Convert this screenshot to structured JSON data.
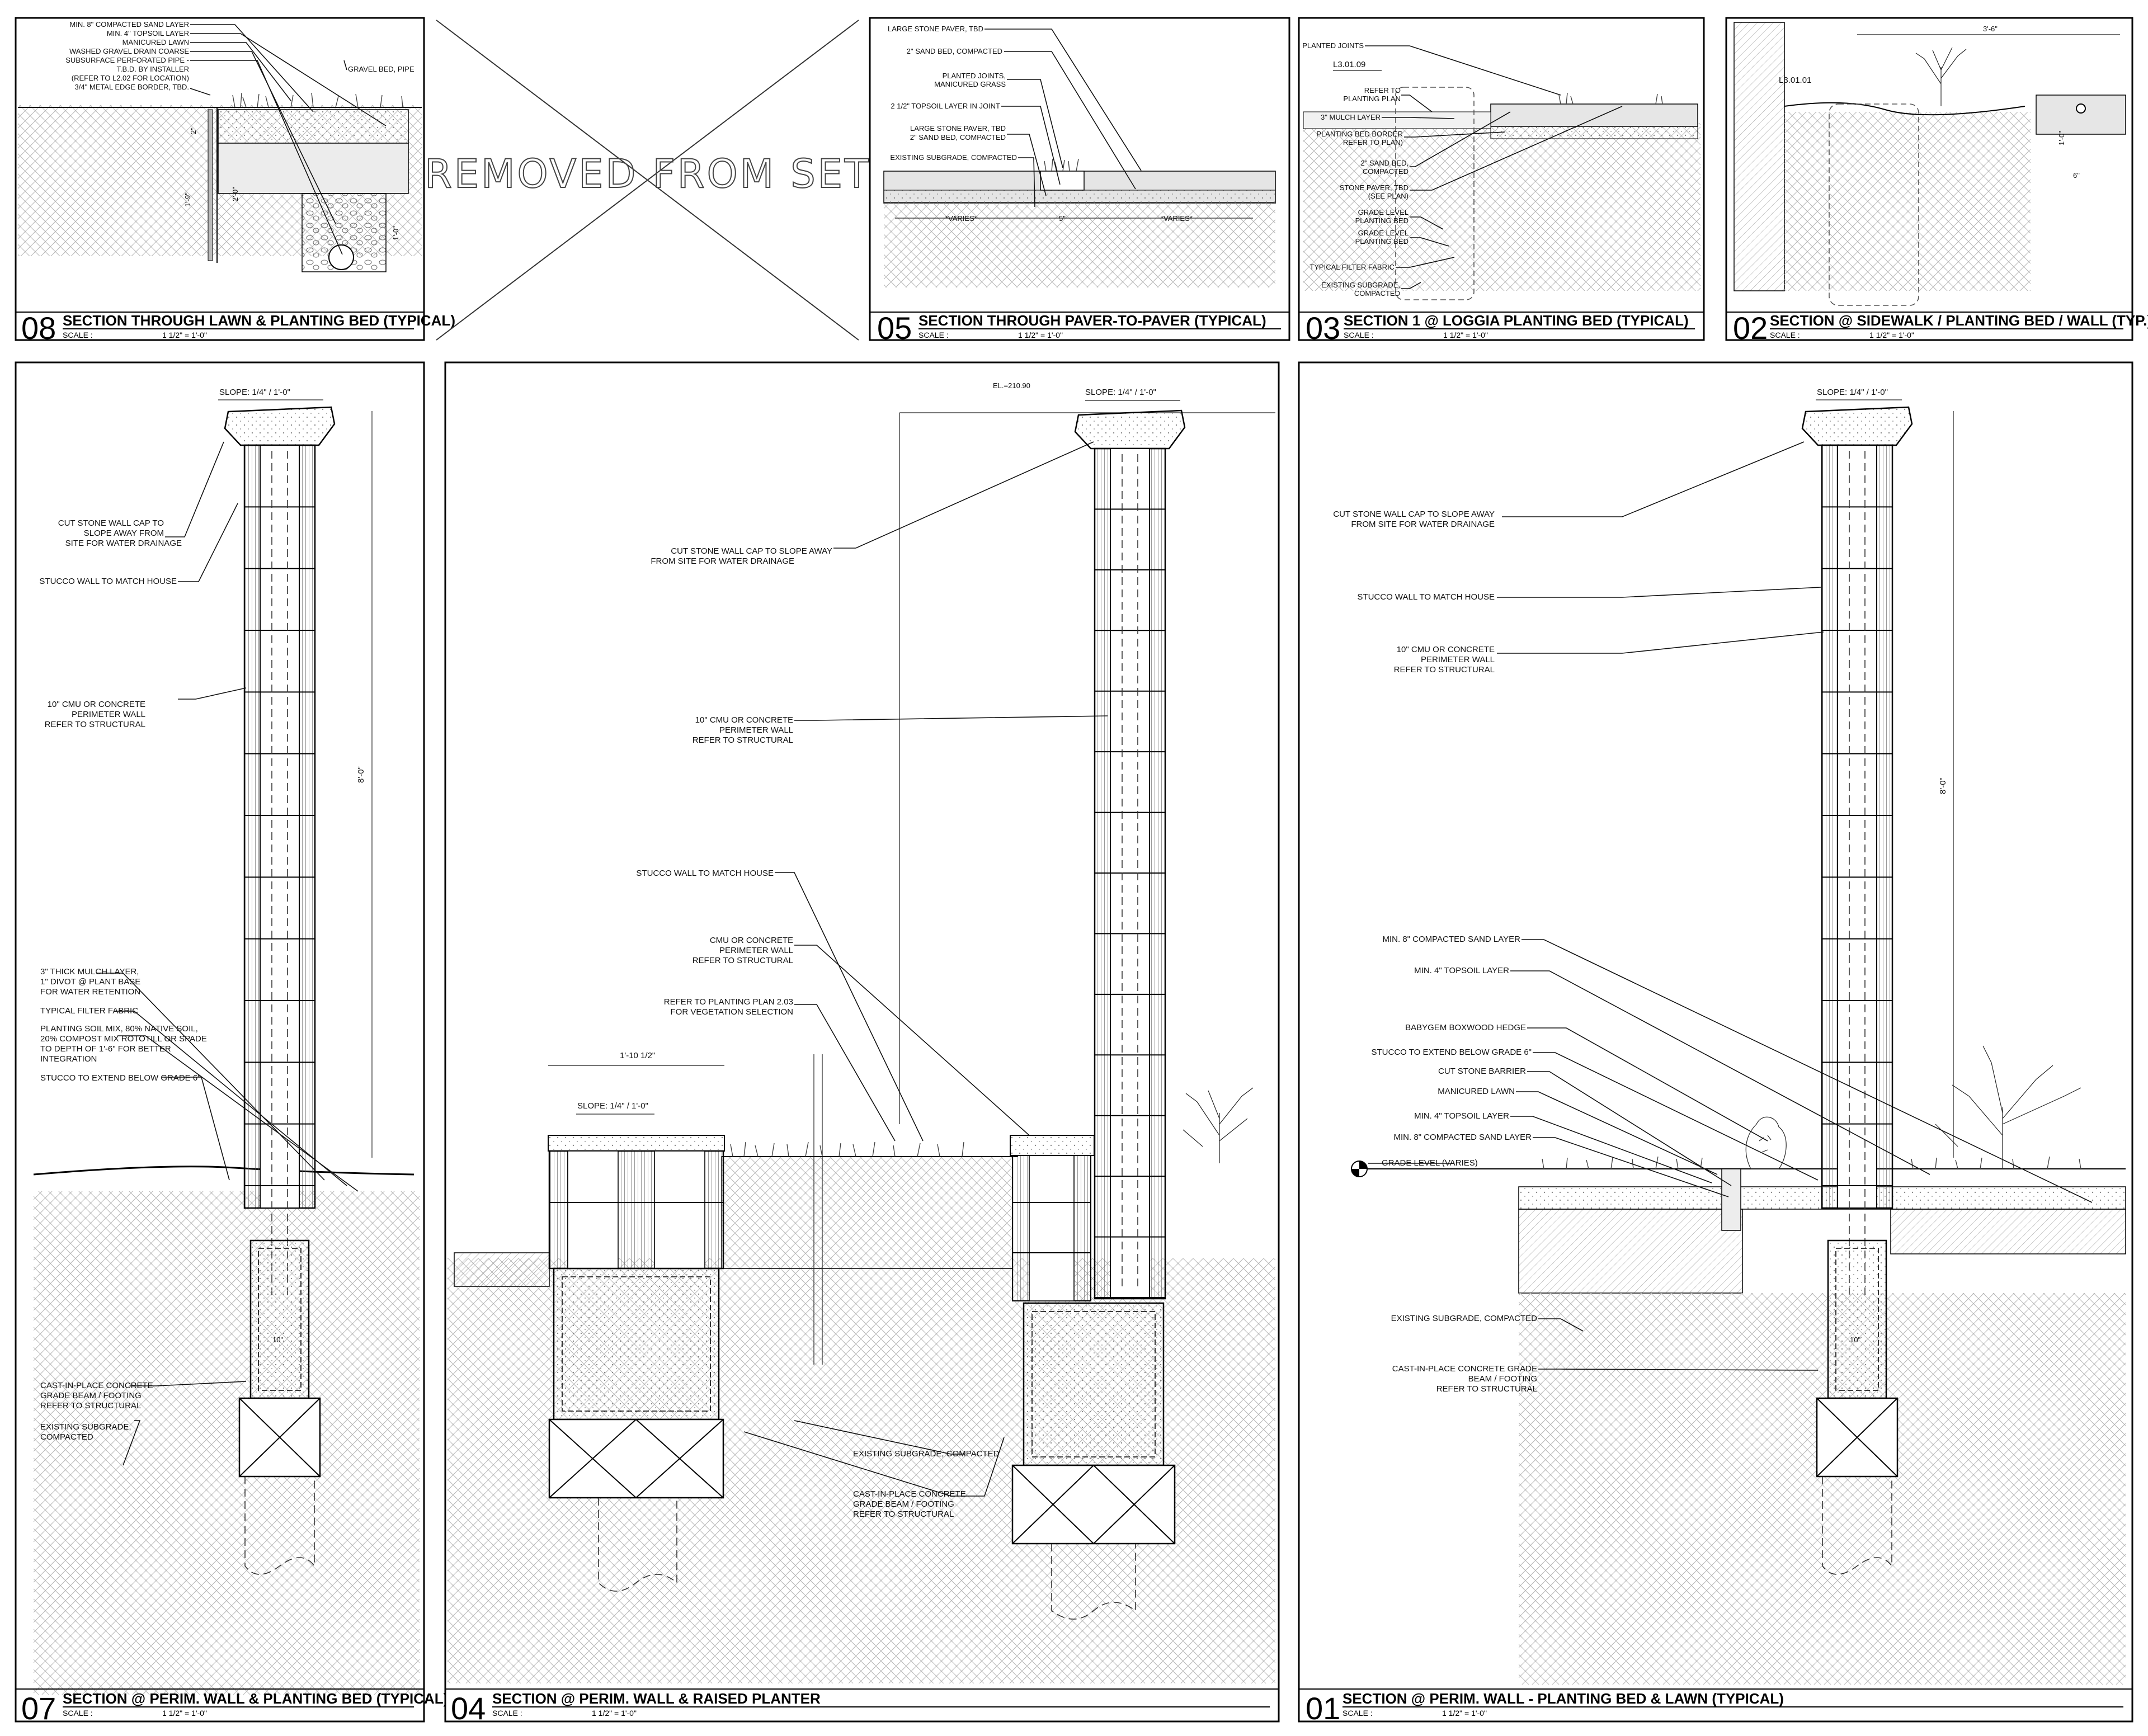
{
  "sheet": {
    "panels": [
      {
        "id": "08",
        "number": "08",
        "title": "SECTION THROUGH LAWN & PLANTING BED (TYPICAL)",
        "scale_label": "SCALE :",
        "scale": "1 1/2\" = 1'-0\"",
        "notes": [
          "MIN. 8\" COMPACTED SAND LAYER",
          "MIN. 4\" TOPSOIL LAYER",
          "MANICURED LAWN",
          "WASHED GRAVEL DRAIN COARSE",
          "SUBSURFACE PERFORATED PIPE -",
          "T.B.D. BY INSTALLER",
          "(REFER TO L2.02 FOR LOCATION)",
          "3/4\" METAL EDGE BORDER, TBD.",
          "GRAVEL BED, PIPE"
        ],
        "dims": [
          "2\"",
          "1'-9\"",
          "2'-0\"",
          "1'-0\""
        ]
      },
      {
        "id": "removed",
        "text": "REMOVED FROM SET"
      },
      {
        "id": "05",
        "number": "05",
        "title": "SECTION THROUGH PAVER-TO-PAVER (TYPICAL)",
        "scale_label": "SCALE :",
        "scale": "1 1/2\" = 1'-0\"",
        "notes": [
          "LARGE STONE PAVER, TBD",
          "2\" SAND BED, COMPACTED",
          "PLANTED JOINTS,",
          "MANICURED GRASS",
          "2 1/2\" TOPSOIL LAYER IN JOINT",
          "LARGE STONE PAVER, TBD",
          "2\" SAND BED, COMPACTED",
          "EXISTING SUBGRADE, COMPACTED"
        ],
        "dims": [
          "*VARIES*",
          "5\"",
          "*VARIES*"
        ]
      },
      {
        "id": "03",
        "number": "03",
        "title": "SECTION 1 @ LOGGIA PLANTING BED (TYPICAL)",
        "scale_label": "SCALE :",
        "scale": "1 1/2\" = 1'-0\"",
        "ref": "L3.01.09",
        "notes": [
          "PLANTED JOINTS",
          "REFER TO",
          "PLANTING PLAN",
          "3\" MULCH LAYER",
          "PLANTING BED BORDER",
          "REFER TO PLAN)",
          "2\" SAND BED,",
          "COMPACTED",
          "STONE PAVER, TBD",
          "(SEE PLAN)",
          "GRADE LEVEL",
          "PLANTING BED",
          "GRADE LEVEL",
          "PLANTING BED",
          "TYPICAL FILTER FABRIC",
          "EXISTING SUBGRADE,",
          "COMPACTED"
        ]
      },
      {
        "id": "02",
        "number": "02",
        "title": "SECTION @ SIDEWALK / PLANTING BED / WALL (TYP.)",
        "scale_label": "SCALE :",
        "scale": "1 1/2\" = 1'-0\"",
        "ref": "L3.01.01",
        "dims": [
          "3'-6\"",
          "6\"",
          "1'-0\""
        ]
      },
      {
        "id": "07",
        "number": "07",
        "title": "SECTION @ PERIM. WALL & PLANTING BED (TYPICAL)",
        "scale_label": "SCALE :",
        "scale": "1 1/2\" = 1'-0\"",
        "slope": "SLOPE: 1/4\" / 1'-0\"",
        "height_dim": "8'-0\"",
        "width_dim": "10\"",
        "notes": [
          "CUT STONE WALL CAP TO",
          "SLOPE AWAY FROM",
          "SITE FOR WATER DRAINAGE",
          "STUCCO WALL TO MATCH HOUSE",
          "10\" CMU OR CONCRETE",
          "PERIMETER WALL",
          "REFER TO STRUCTURAL",
          "3\" THICK MULCH LAYER,",
          "1\" DIVOT @ PLANT BASE",
          "FOR WATER RETENTION",
          "TYPICAL FILTER FABRIC",
          "PLANTING SOIL MIX, 80% NATIVE SOIL,",
          "20% COMPOST MIX ROTOTILL OR SPADE",
          "TO DEPTH OF 1'-6\" FOR BETTER",
          "INTEGRATION",
          "STUCCO TO EXTEND BELOW GRADE 6\"",
          "CAST-IN-PLACE CONCRETE",
          "GRADE BEAM / FOOTING",
          "REFER TO STRUCTURAL",
          "EXISTING SUBGRADE,",
          "COMPACTED"
        ]
      },
      {
        "id": "04",
        "number": "04",
        "title": "SECTION @ PERIM. WALL & RAISED PLANTER",
        "scale_label": "SCALE :",
        "scale": "1 1/2\" = 1'-0\"",
        "slope_main": "SLOPE: 1/4\" / 1'-0\"",
        "slope_planter": "SLOPE: 1/4\" / 1'-0\"",
        "elevation": "EL.=210.90",
        "planter_dim": "1'-10 1/2\"",
        "notes": [
          "CUT STONE WALL CAP TO SLOPE AWAY",
          "FROM SITE FOR WATER DRAINAGE",
          "10\" CMU OR CONCRETE",
          "PERIMETER WALL",
          "REFER TO STRUCTURAL",
          "STUCCO WALL TO MATCH HOUSE",
          "CMU OR CONCRETE",
          "PERIMETER WALL",
          "REFER TO STRUCTURAL",
          "REFER TO PLANTING PLAN 2.03",
          "FOR VEGETATION SELECTION",
          "EXISTING SUBGRADE, COMPACTED",
          "CAST-IN-PLACE CONCRETE",
          "GRADE BEAM / FOOTING",
          "REFER TO STRUCTURAL"
        ]
      },
      {
        "id": "01",
        "number": "01",
        "title": "SECTION @ PERIM. WALL - PLANTING BED & LAWN (TYPICAL)",
        "scale_label": "SCALE :",
        "scale": "1 1/2\" = 1'-0\"",
        "slope": "SLOPE: 1/4\" / 1'-0\"",
        "height_dim": "8'-0\"",
        "width_dim": "10\"",
        "notes": [
          "CUT STONE WALL CAP TO SLOPE AWAY",
          "FROM SITE FOR WATER DRAINAGE",
          "STUCCO WALL TO MATCH HOUSE",
          "10\" CMU OR CONCRETE",
          "PERIMETER WALL",
          "REFER TO STRUCTURAL",
          "MIN. 8\" COMPACTED SAND LAYER",
          "MIN. 4\" TOPSOIL LAYER",
          "BABYGEM BOXWOOD HEDGE",
          "STUCCO TO EXTEND BELOW GRADE 6\"",
          "CUT STONE BARRIER",
          "MANICURED LAWN",
          "MIN. 4\" TOPSOIL LAYER",
          "MIN. 8\" COMPACTED SAND LAYER",
          "GRADE LEVEL (VARIES)",
          "EXISTING SUBGRADE, COMPACTED",
          "CAST-IN-PLACE CONCRETE GRADE",
          "BEAM / FOOTING",
          "REFER TO STRUCTURAL"
        ]
      }
    ]
  },
  "colors": {
    "line": "#000000",
    "hatch": "#777777",
    "fill_light": "#e6e6e6",
    "fill_mid": "#cfcfcf"
  }
}
